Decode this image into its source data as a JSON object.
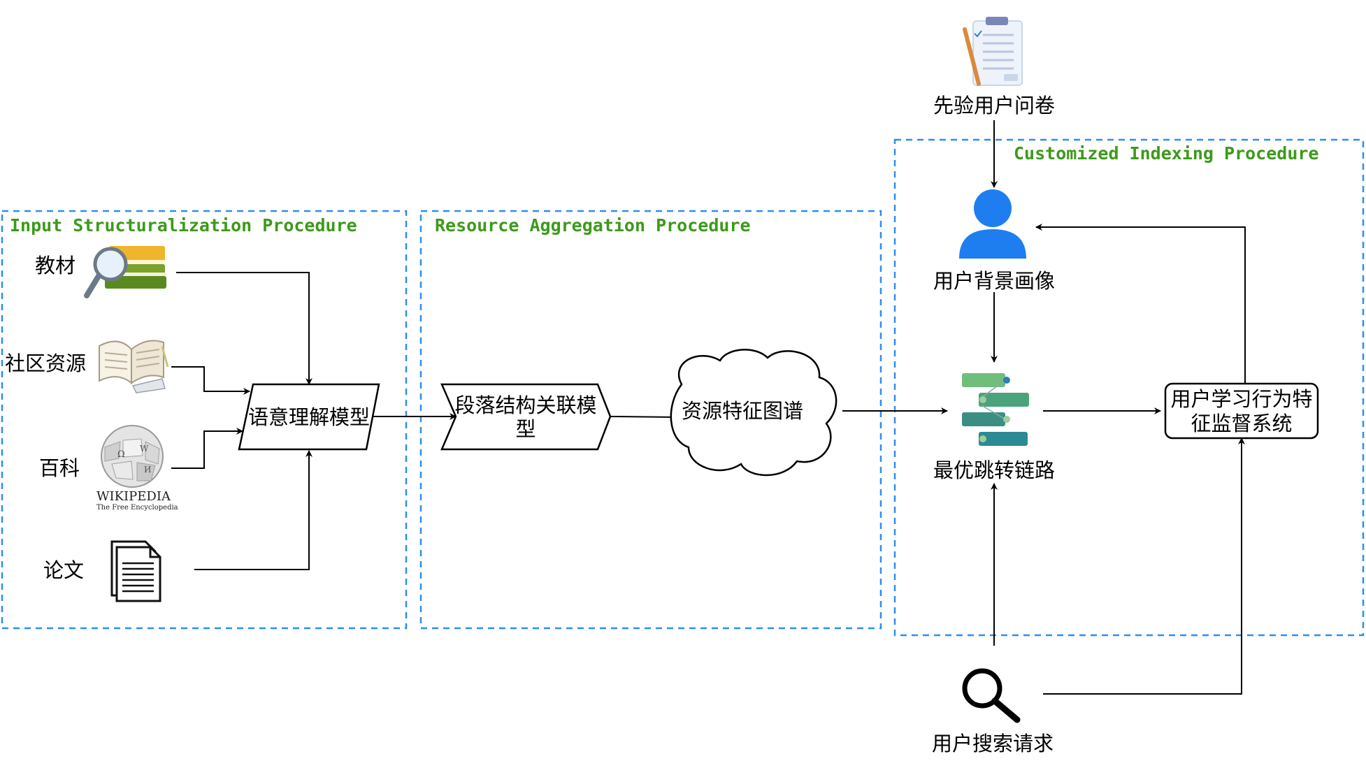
{
  "procedures": {
    "input": "Input Structuralization Procedure",
    "resource": "Resource Aggregation Procedure",
    "custom": "Customized Indexing Procedure"
  },
  "sources": {
    "textbook": "教材",
    "community": "社区资源",
    "encyclopedia": "百科",
    "paper": "论文"
  },
  "wikipedia": {
    "wordmark": "WIKIPEDIA",
    "tagline": "The Free Encyclopedia"
  },
  "nodes": {
    "semantic_model": "语意理解模型",
    "paragraph_model_line1": "段落结构关联模",
    "paragraph_model_line2": "型",
    "resource_graph": "资源特征图谱",
    "prior_survey": "先验用户问卷",
    "user_profile": "用户背景画像",
    "optimal_path": "最优跳转链路",
    "monitor_line1": "用户学习行为特",
    "monitor_line2": "征监督系统",
    "search_request": "用户搜索请求"
  },
  "colors": {
    "dashed_border": "#2b8ff0",
    "procedure_title": "#3c9a1a",
    "user_icon": "#1e7ef0"
  }
}
